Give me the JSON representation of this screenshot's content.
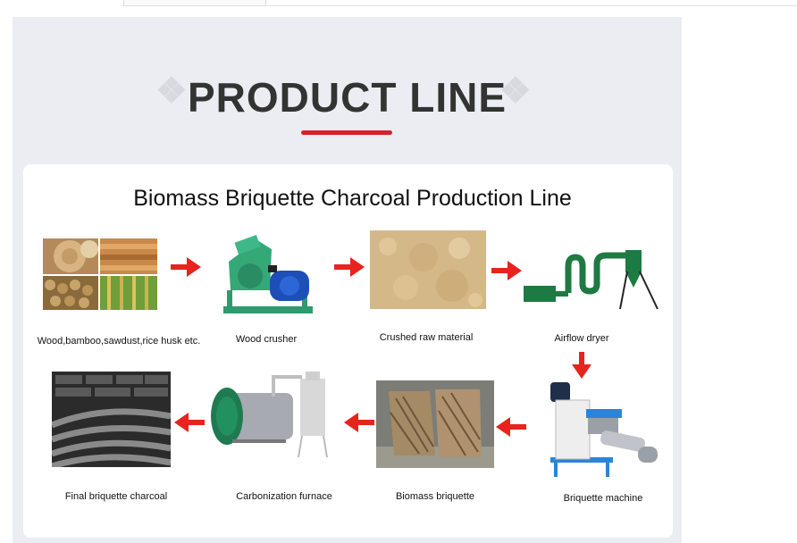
{
  "header": {
    "title": "PRODUCT LINE"
  },
  "diagram": {
    "title": "Biomass Briquette Charcoal Production Line",
    "steps": [
      "Wood,bamboo,sawdust,rice husk etc.",
      "Wood crusher",
      "Crushed raw material",
      "Airflow dryer",
      "Briquette machine",
      "Biomass briquette",
      "Carbonization furnace",
      "Final briquette charcoal"
    ]
  },
  "colors": {
    "accent": "#d3242a",
    "arrow": "#e8231e",
    "heading": "#333333",
    "panel": "#ecedf2"
  }
}
